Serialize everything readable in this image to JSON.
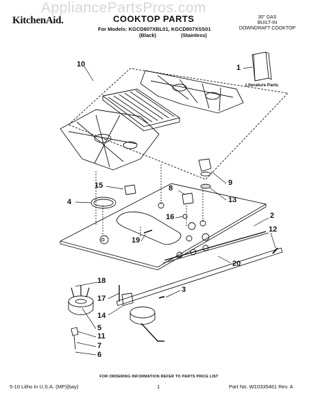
{
  "watermark": "AppliancePartsPros.com",
  "header": {
    "brand": "KitchenAid.",
    "title": "COOKTOP PARTS",
    "models_line": "For Models: KGCD807XBL01, KGCD807XSS01",
    "variant_black": "(Black)",
    "variant_stainless": "(Stainless)",
    "gas_line1": "30\" GAS",
    "gas_line2": "BUILT-IN",
    "gas_line3": "DOWNDRAFT COOKTOP"
  },
  "literature_label": "Literature Parts",
  "callouts": [
    "10",
    "1",
    "15",
    "8",
    "9",
    "4",
    "13",
    "16",
    "19",
    "2",
    "12",
    "20",
    "18",
    "17",
    "3",
    "14",
    "5",
    "11",
    "7",
    "6"
  ],
  "footer": {
    "ordering_note": "FOR ORDERING INFORMATION REFER TO PARTS PRICE LIST",
    "litho": "5-10 Litho in U.S.A. (MP)(bay)",
    "page": "1",
    "part_no": "Part No. W10335461 Rev. A"
  }
}
